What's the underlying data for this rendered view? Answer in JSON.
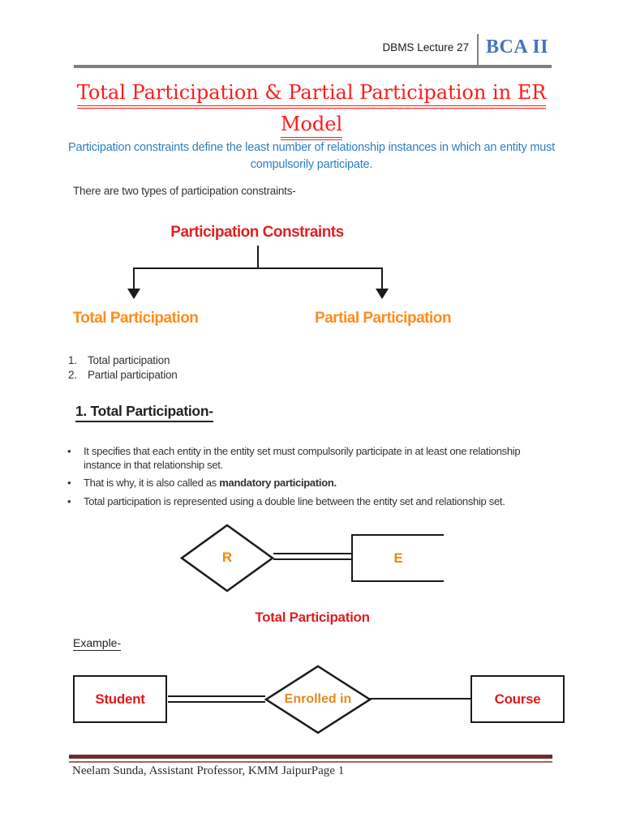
{
  "header": {
    "lecture": "DBMS Lecture 27",
    "course": "BCA II",
    "course_color": "#4472C4",
    "rule_color": "#7F7F7F"
  },
  "title": {
    "line1": "Total Participation & Partial Participation in ER",
    "line2": "Model",
    "color": "#FF1A1A"
  },
  "intro": {
    "text": "Participation constraints define the least number of relationship instances in which an entity must compulsorily participate.",
    "color": "#2E7FC1"
  },
  "lead": "There are two types of participation constraints-",
  "tree": {
    "root": "Participation Constraints",
    "root_color": "#E02020",
    "left": "Total Participation",
    "right": "Partial Participation",
    "branch_color": "#FF8C1A",
    "line_color": "#1A1A1A"
  },
  "list": {
    "items": [
      {
        "num": "1.",
        "text": "Total participation"
      },
      {
        "num": "2.",
        "text": "Partial participation"
      }
    ]
  },
  "section": {
    "heading": "1. Total Participation-"
  },
  "bullets": {
    "marker": "•",
    "items": [
      {
        "text": "It specifies that each entity in the entity set must compulsorily participate in at least one relationship instance in that relationship set."
      },
      {
        "prefix": "That is why, it is also called as ",
        "bold": "mandatory participation."
      },
      {
        "text": "Total participation is represented using a double line between the entity set and relationship set."
      }
    ]
  },
  "er_generic": {
    "relationship": "R",
    "entity": "E",
    "label_color": "#F08A00",
    "caption": "Total Participation",
    "caption_color": "#D92020"
  },
  "example": {
    "label": "Example-",
    "entity1": "Student",
    "relationship": "Enrolled in",
    "entity2": "Course",
    "entity_color": "#E01B1B",
    "relationship_color": "#DF8A1D"
  },
  "footer": {
    "text": "Neelam Sunda, Assistant Professor, KMM JaipurPage 1",
    "bar_color": "#702C2C"
  }
}
